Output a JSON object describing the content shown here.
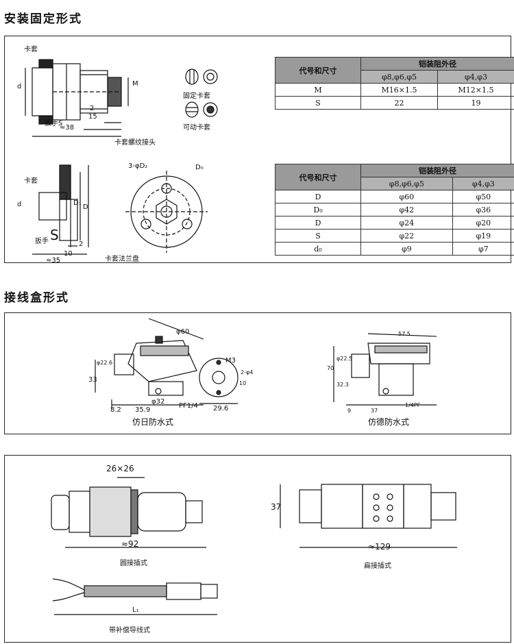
{
  "section1": {
    "title": "安装固定形式",
    "labels": {
      "kataoTop": "卡套",
      "d": "d",
      "M": "M",
      "wrenchS": "扳手S",
      "dim2": "2",
      "dim15": "15",
      "dim38": "≈38",
      "fixed": "固定卡套",
      "movable": "可动卡套",
      "threadJoint": "卡套螺纹接头",
      "kataoBottom": "卡套",
      "d2": "d",
      "D1": "D₁",
      "D": "D",
      "wrench": "扳手",
      "S": "S",
      "dim10": "10",
      "dim2b": "2",
      "dim35": "≈35",
      "holes": "3-φD₂",
      "D0": "D₀",
      "flange": "卡套法兰盘"
    },
    "table1": {
      "header_left": "代号和尺寸",
      "header_top": "铠装阻外径",
      "sub": [
        "φ8,φ6,φ5",
        "φ4,φ3"
      ],
      "rows": [
        {
          "code": "M",
          "a": "M16×1.5",
          "b": "M12×1.5"
        },
        {
          "code": "S",
          "a": "22",
          "b": "19"
        }
      ]
    },
    "table2": {
      "header_left": "代号和尺寸",
      "header_top": "铠装阻外径",
      "sub": [
        "φ8,φ6,φ5",
        "φ4,φ3"
      ],
      "rows": [
        {
          "code": "D",
          "a": "φ60",
          "b": "φ50"
        },
        {
          "code": "D₀",
          "a": "φ42",
          "b": "φ36"
        },
        {
          "code": "D",
          "a": "φ24",
          "b": "φ20"
        },
        {
          "code": "S",
          "a": "φ22",
          "b": "φ19"
        },
        {
          "code": "d₀",
          "a": "φ9",
          "b": "φ7"
        }
      ]
    }
  },
  "section2": {
    "title": "接线盒形式",
    "labels": {
      "phi60": "φ60",
      "phi22": "φ22.6",
      "h33": "33",
      "d82": "8.2",
      "d359": "35.9",
      "d32": "φ32",
      "pf14": "PF1/4",
      "m3": "M3",
      "holes2": "2-φ4",
      "h10": "10",
      "w296": "29.6",
      "japanese": "仿日防水式",
      "w575": "57.5",
      "h70": "70",
      "phi225": "φ22.5",
      "h323": "32.3",
      "d9": "9",
      "d37": "37",
      "pf14b": "1/4PF",
      "german": "仿德防水式"
    }
  },
  "section3": {
    "labels": {
      "hex": "26×26",
      "len92": "≈92",
      "round": "圆接插式",
      "h37": "37",
      "len129": "≈129",
      "flat": "扁接插式",
      "L1": "L₁",
      "cable": "带补偿导线式"
    }
  }
}
